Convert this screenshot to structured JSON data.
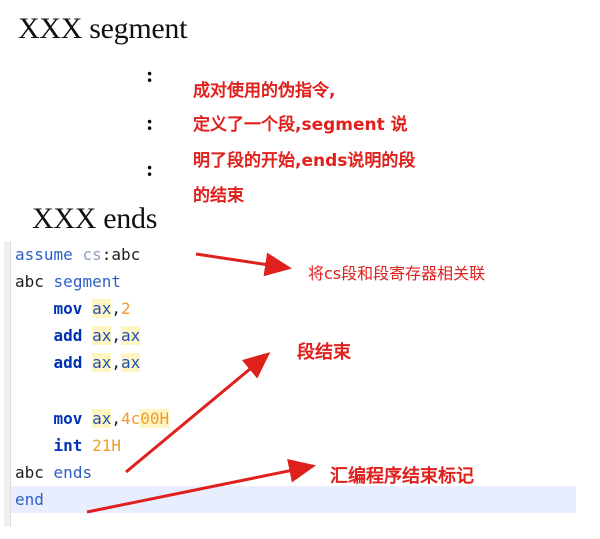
{
  "header": {
    "segment_title": "XXX segment",
    "ends_title": "XXX ends",
    "ellipsis_dot": ":"
  },
  "note": {
    "line1": "成对使用的伪指令,",
    "line2": "定义了一个段,segment 说",
    "line3": "明了段的开始,ends说明的段",
    "line4": "的结束"
  },
  "code": {
    "line1": {
      "kw1": "assume",
      "reg": "cs",
      "rest": ":abc"
    },
    "line2": {
      "name": "abc",
      "kw": "segment"
    },
    "line3": {
      "op": "mov",
      "reg": "ax",
      "sep": ",",
      "num": "2"
    },
    "line4": {
      "op": "add",
      "reg1": "ax",
      "sep": ",",
      "reg2": "ax"
    },
    "line5": {
      "op": "add",
      "reg1": "ax",
      "sep": ",",
      "reg2": "ax"
    },
    "line7": {
      "op": "mov",
      "reg": "ax",
      "sep": ",",
      "num_a": "4c",
      "num_b": "00H"
    },
    "line8": {
      "op": "int",
      "num": "21H"
    },
    "line9": {
      "name": "abc",
      "kw": "ends"
    },
    "line10": {
      "kw": "end"
    }
  },
  "annotations": {
    "cs_link": "将cs段和段寄存器相关联",
    "segment_end": "段结束",
    "assembly_end": "汇编程序结束标记"
  },
  "colors": {
    "annotation_red": "#e0201c",
    "keyword_blue": "#0033b3",
    "register_highlight": "#fdf6c4",
    "number_orange": "#f39a2a",
    "current_line": "#e8eefe"
  }
}
